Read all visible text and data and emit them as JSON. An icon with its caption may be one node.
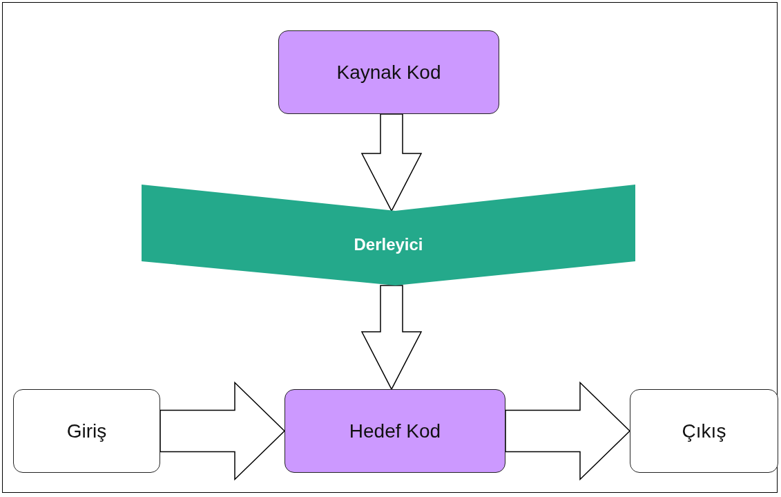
{
  "diagram": {
    "nodes": [
      {
        "text": [
          "Kaynak Kod"
        ]
      },
      {
        "text": [
          "Derleyici"
        ]
      },
      {
        "text": [
          "Giriş"
        ]
      },
      {
        "text": [
          "Hedef Kod"
        ]
      },
      {
        "text": [
          "Çıkış"
        ]
      }
    ],
    "edges": [
      {
        "from": 0,
        "to": 1,
        "arrow": "to"
      },
      {
        "from": 1,
        "to": 3,
        "arrow": "to"
      },
      {
        "from": 2,
        "to": 3,
        "arrow": "to"
      },
      {
        "from": 3,
        "to": 4,
        "arrow": "to"
      }
    ]
  }
}
